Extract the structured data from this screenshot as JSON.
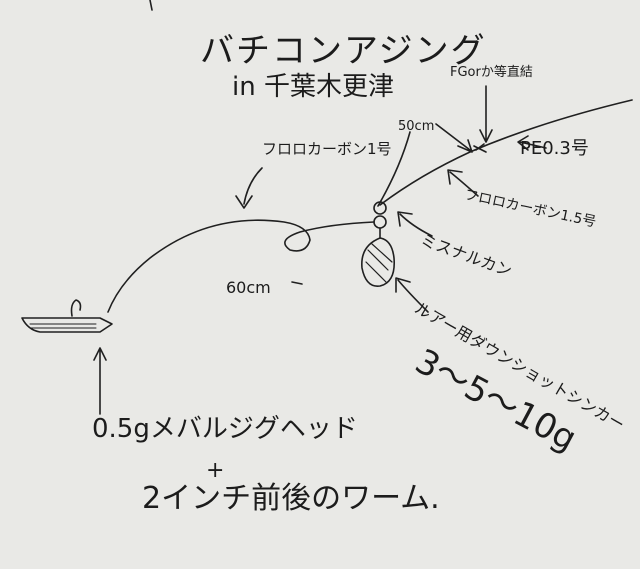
{
  "diagram": {
    "title_line1": "バチコンアジング",
    "title_line2": "in 千葉木更津",
    "labels": {
      "fg_knot": "FGorか等直結",
      "leader_50cm": "50cm",
      "pe_line": "PE0.3号",
      "fluoro_1": "フロロカーボン1号",
      "fluoro_15": "フロロカーボン1.5号",
      "snap": "ミスナルカン",
      "length_60cm": "60cm",
      "lure_sinker": "ルアー用ダウンショットシンカー",
      "sinker_weight": "3～5～10g",
      "jighead": "0.5gメバルジグヘッド",
      "plus": "+",
      "worm": "2インチ前後のワーム."
    }
  }
}
